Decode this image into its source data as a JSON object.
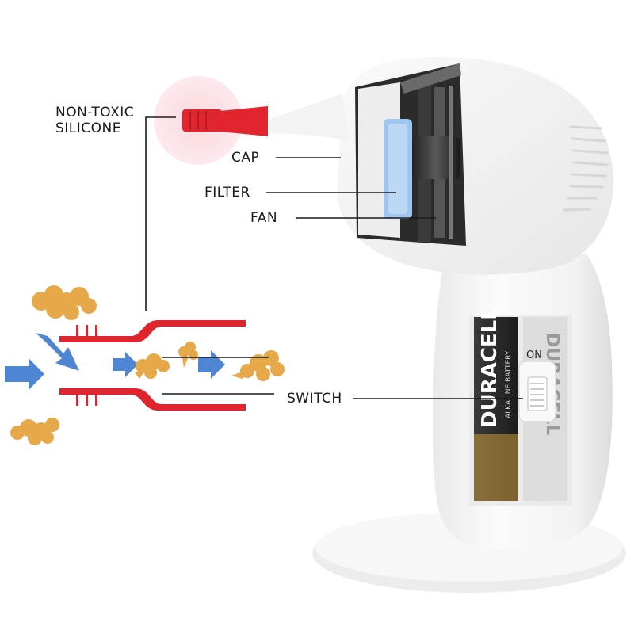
{
  "labels": {
    "silicone_line1": "NON-TOXIC",
    "silicone_line2": "SILICONE",
    "cap": "CAP",
    "filter": "FILTER",
    "fan": "FAN",
    "switch": "SWITCH"
  },
  "battery": {
    "brand": "DURACELL",
    "type": "ALKALINE BATTERY",
    "switch_state": "ON"
  },
  "colors": {
    "tip": "#e0252f",
    "airway": "#e0252f",
    "arrow": "#4f86d4",
    "debris": "#e6a849",
    "filter": "#9fc6ef",
    "body": "#f4f4f4"
  },
  "icons": [
    "arrow-icon",
    "debris-icon",
    "fan-icon",
    "filter-icon"
  ]
}
